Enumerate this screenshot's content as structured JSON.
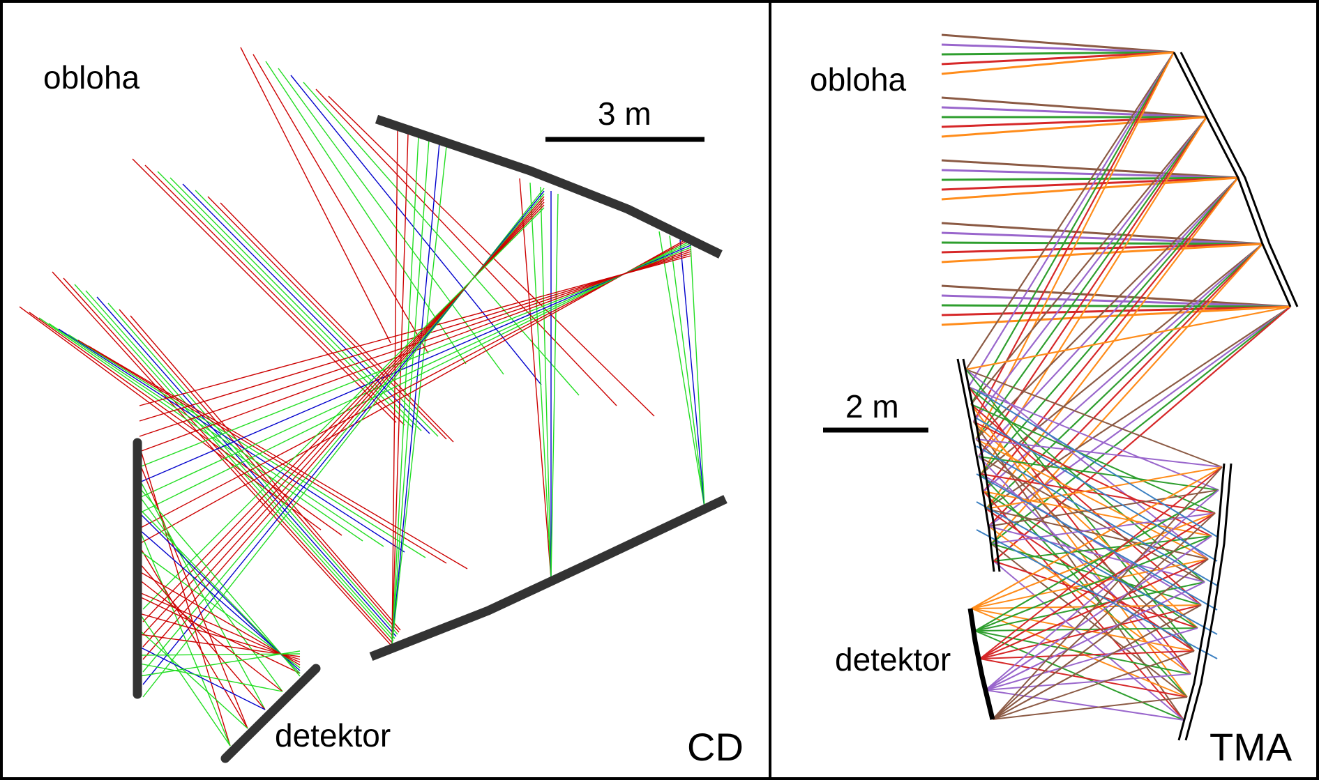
{
  "left_panel": {
    "sky_label": "obloha",
    "scale_label": "3 m",
    "detector_label": "detektor",
    "design_label": "CD"
  },
  "right_panel": {
    "sky_label": "obloha",
    "scale_label": "2 m",
    "detector_label": "detektor",
    "design_label": "TMA"
  },
  "colors": {
    "frame": "#000000",
    "mirror": "#333333",
    "ray_red": "#cc0000",
    "ray_green": "#22dd22",
    "ray_blue": "#0000cc",
    "tma_brown": "#8b5a44",
    "tma_purple": "#9966cc",
    "tma_green": "#2e9e2e",
    "tma_red": "#d62728",
    "tma_orange": "#ff8c1a",
    "tma_blue": "#3a7fc1"
  }
}
